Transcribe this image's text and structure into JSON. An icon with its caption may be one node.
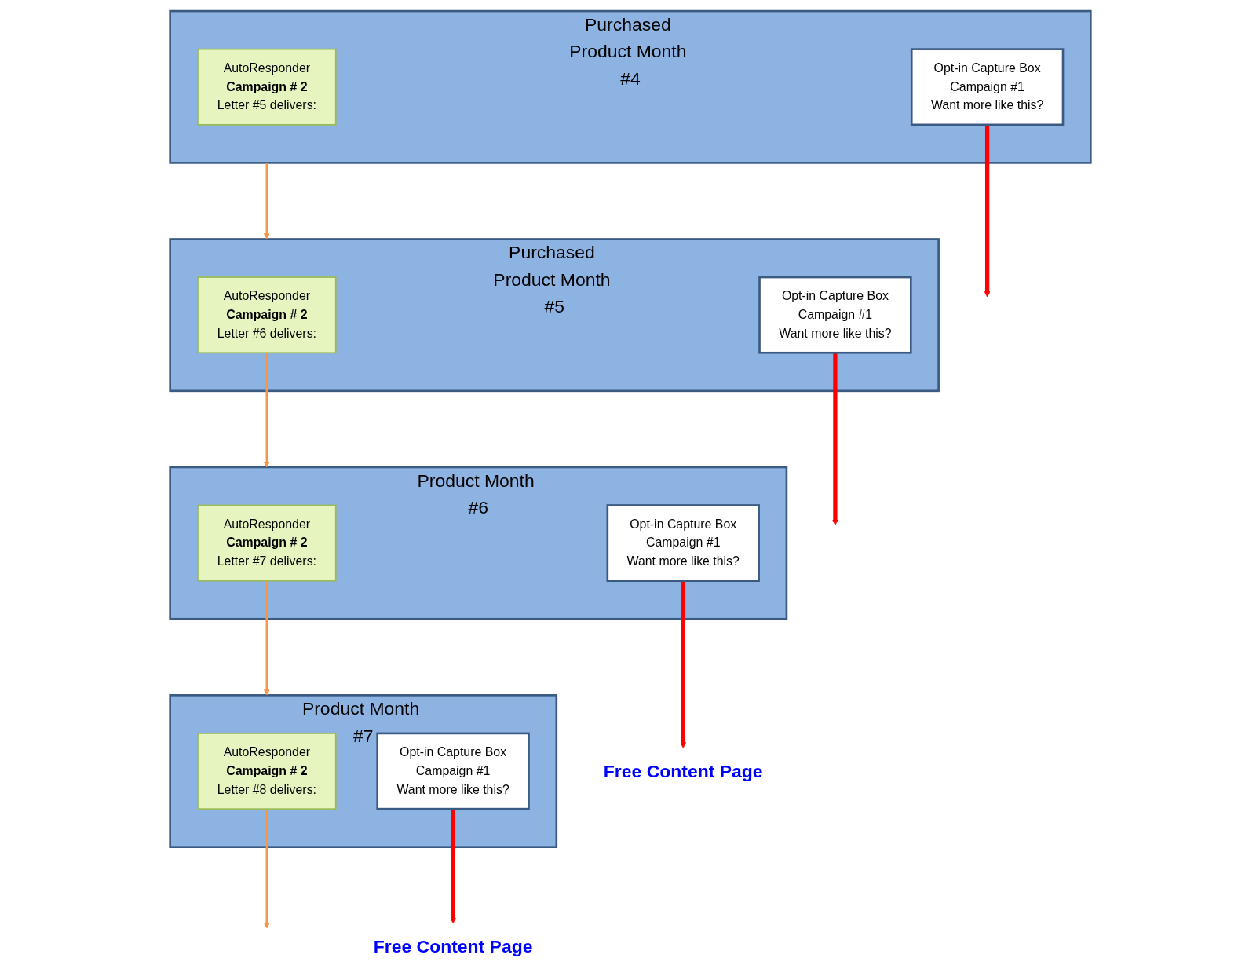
{
  "diagram": {
    "nodes": [
      {
        "text": [
          "Purchased Product Month #4"
        ]
      },
      {
        "text": [
          "AutoResponder",
          "Campaign # 2",
          "Letter #5 delivers:"
        ],
        "in": 0
      },
      {
        "text": [
          "Opt-in Capture Box",
          "Campaign #1",
          "Want more like this?"
        ],
        "in": 0
      },
      {
        "text": [
          "Purchased Product Month #5"
        ]
      },
      {
        "text": [
          "AutoResponder",
          "Campaign # 2",
          "Letter #6 delivers:"
        ],
        "in": 3
      },
      {
        "text": [
          "Opt-in Capture Box",
          "Campaign #1",
          "Want more like this?"
        ],
        "in": 3
      },
      {
        "text": [
          "Product Month #6"
        ]
      },
      {
        "text": [
          "AutoResponder",
          "Campaign # 2",
          "Letter #7 delivers:"
        ],
        "in": 6
      },
      {
        "text": [
          "Opt-in Capture Box",
          "Campaign #1",
          "Want more like this?"
        ],
        "in": 6
      },
      {
        "text": [
          "Product Month #7"
        ]
      },
      {
        "text": [
          "AutoResponder",
          "Campaign # 2",
          "Letter #8 delivers:"
        ],
        "in": 9
      },
      {
        "text": [
          "Opt-in Capture Box",
          "Campaign #1",
          "Want more like this?"
        ],
        "in": 9
      },
      {
        "text": [
          "Free Content Page"
        ]
      },
      {
        "text": [
          "Free Content Page"
        ]
      }
    ],
    "edges": [
      {
        "from": 0,
        "to": 3,
        "arrow": "to",
        "color": "#f79646"
      },
      {
        "from": 4,
        "to": 6,
        "arrow": "to",
        "color": "#f79646"
      },
      {
        "from": 7,
        "to": 9,
        "arrow": "to",
        "color": "#f79646"
      },
      {
        "from": 10,
        "to": null,
        "arrow": "to",
        "color": "#f79646"
      },
      {
        "from": 2,
        "to": null,
        "arrow": "to",
        "style": "thick",
        "color": "#ff0000"
      },
      {
        "from": 5,
        "to": null,
        "arrow": "to",
        "style": "thick",
        "color": "#ff0000"
      },
      {
        "from": 8,
        "to": 12,
        "arrow": "to",
        "style": "thick",
        "color": "#ff0000"
      },
      {
        "from": 11,
        "to": 13,
        "arrow": "to",
        "style": "thick",
        "color": "#ff0000"
      }
    ]
  }
}
